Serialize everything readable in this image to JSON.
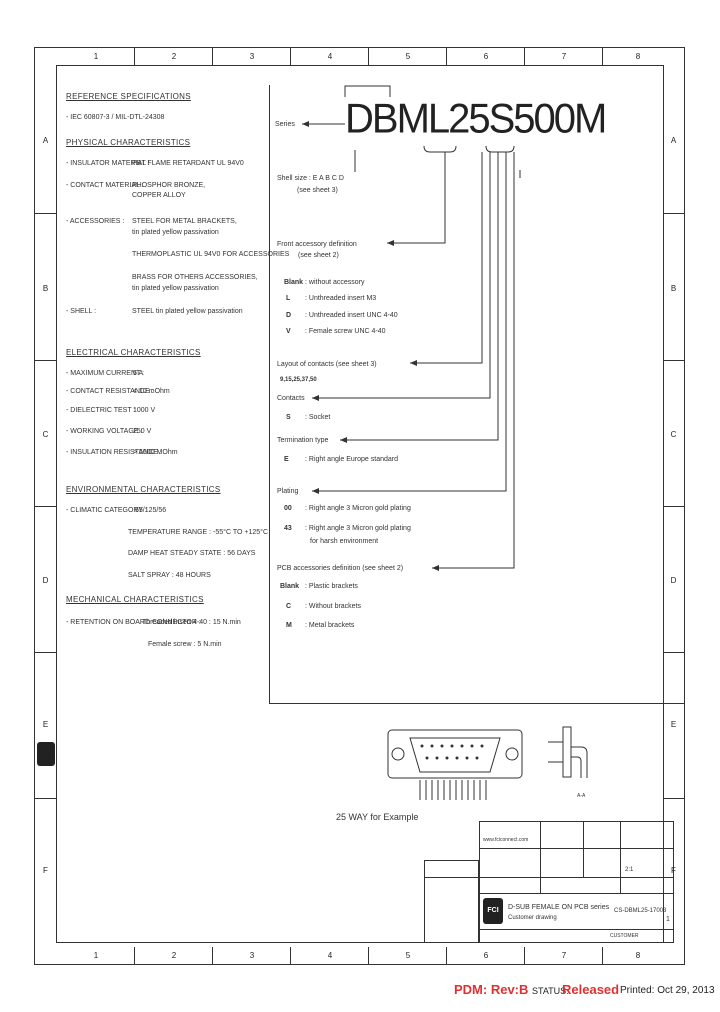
{
  "zones": {
    "columns": [
      "1",
      "2",
      "3",
      "4",
      "5",
      "6",
      "7",
      "8"
    ],
    "rows": [
      "A",
      "B",
      "C",
      "D",
      "E",
      "F"
    ]
  },
  "left": {
    "ref_title": "REFERENCE SPECIFICATIONS",
    "ref_line": "- IEC 60807-3 / MIL-DTL-24308",
    "phys_title": "PHYSICAL CHARACTERISTICS",
    "phys": [
      {
        "k": "- INSULATOR MATERIAL :",
        "v": "PBT FLAME RETARDANT UL 94V0"
      },
      {
        "k": "- CONTACT MATERIAL :",
        "v": "PHOSPHOR BRONZE,"
      },
      {
        "k": "",
        "v": "COPPER ALLOY"
      },
      {
        "k": "- ACCESSORIES :",
        "v": "STEEL FOR METAL BRACKETS,"
      },
      {
        "k": "",
        "v": "tin plated yellow passivation"
      },
      {
        "k": "",
        "v": "THERMOPLASTIC UL 94V0 FOR ACCESSORIES"
      },
      {
        "k": "",
        "v": "BRASS FOR OTHERS ACCESSORIES,"
      },
      {
        "k": "",
        "v": "tin plated yellow passivation"
      },
      {
        "k": "- SHELL :",
        "v": "STEEL tin plated yellow passivation"
      }
    ],
    "elec_title": "ELECTRICAL CHARACTERISTICS",
    "elec": [
      {
        "k": "- MAXIMUM CURRENT :",
        "v": "5 A"
      },
      {
        "k": "- CONTACT RESISTANCE :",
        "v": "< 10 mOhm"
      },
      {
        "k": "- DIELECTRIC TEST :",
        "v": "1000 V"
      },
      {
        "k": "- WORKING VOLTAGE :",
        "v": "250 V"
      },
      {
        "k": "- INSULATION RESISTANCE :",
        "v": "> 5000 MOhm"
      }
    ],
    "env_title": "ENVIRONMENTAL CHARACTERISTICS",
    "env": [
      {
        "k": "- CLIMATIC CATEGORY :",
        "v": "55/125/56"
      },
      {
        "k": "",
        "v": "TEMPERATURE RANGE : -55°C TO +125°C"
      },
      {
        "k": "",
        "v": "DAMP HEAT STEADY STATE : 56 DAYS"
      },
      {
        "k": "",
        "v": "SALT SPRAY : 48 HOURS"
      }
    ],
    "mech_title": "MECHANICAL CHARACTERISTICS",
    "mech": [
      {
        "k": "- RETENTION ON BOARD CONNECTOR :",
        "v": "Threaded insert 4-40 : 15 N.min"
      },
      {
        "k": "",
        "v": "Female screw : 5 N.min"
      }
    ]
  },
  "right": {
    "part_number": "DBML25S500M",
    "series_label": "Series",
    "shell_label": "Shell size : E A B C D",
    "shell_sub": "(see sheet 3)",
    "front_label": "Front accessory definition",
    "front_sub": "(see sheet 2)",
    "front_opts": [
      {
        "code": "Blank",
        "desc": ": without accessory"
      },
      {
        "code": "L",
        "desc": ": Unthreaded insert M3"
      },
      {
        "code": "D",
        "desc": ": Unthreaded insert UNC 4-40"
      },
      {
        "code": "V",
        "desc": ": Female screw UNC 4-40"
      }
    ],
    "layout_label": "Layout of contacts (see sheet 3)",
    "layout_values": "9,15,25,37,50",
    "contacts_label": "Contacts",
    "contacts_opts": [
      {
        "code": "S",
        "desc": ": Socket"
      }
    ],
    "term_label": "Termination type",
    "term_opts": [
      {
        "code": "E",
        "desc": ": Right angle Europe standard"
      }
    ],
    "plating_label": "Plating",
    "plating_opts": [
      {
        "code": "00",
        "desc": ": Right angle 3 Micron gold plating"
      },
      {
        "code": "43",
        "desc": ": Right angle 3 Micron gold plating"
      },
      {
        "code": "",
        "desc": "for harsh environment"
      }
    ],
    "pcb_label": "PCB accessories definition (see sheet 2)",
    "pcb_opts": [
      {
        "code": "Blank",
        "desc": ": Plastic brackets"
      },
      {
        "code": "C",
        "desc": ": Without brackets"
      },
      {
        "code": "M",
        "desc": ": Metal brackets"
      }
    ],
    "example_caption": "25 WAY for Example",
    "view_label": "A-A"
  },
  "title_block": {
    "website": "www.fciconnect.com",
    "title": "D-SUB FEMALE ON PCB series",
    "subtitle": "Customer drawing",
    "doc_number": "CS-DBML25-17003",
    "sheet": "1",
    "customer": "CUSTOMER",
    "scale": "2:1",
    "logo": "FCI"
  },
  "footer": {
    "pdm": "PDM: Rev:B",
    "status_label": "STATUS:",
    "status": "Released",
    "printed": "Printed: Oct 29, 2013"
  }
}
